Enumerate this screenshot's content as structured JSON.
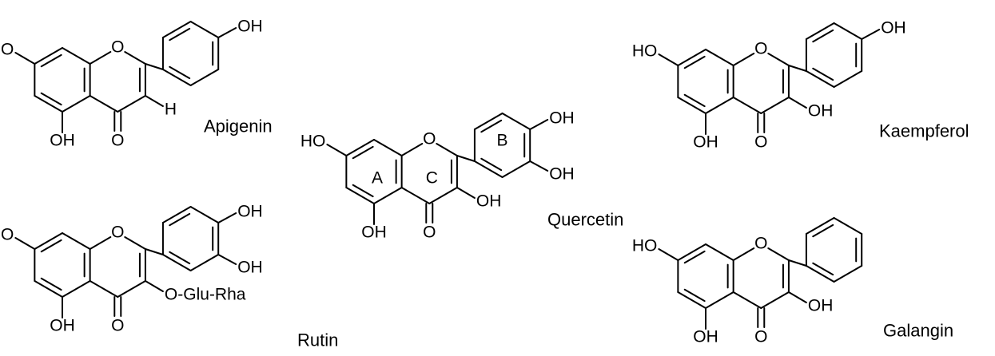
{
  "atoms": {
    "hydroxyl": "OH",
    "hydroxyl_left": "HO",
    "ring_oxygen": "O",
    "carbonyl_oxygen": "O",
    "hydrogen": "H",
    "glycoside": "O-Glu-Rha"
  },
  "ring_labels": {
    "a": "A",
    "b": "B",
    "c": "C"
  },
  "compounds": {
    "apigenin": "Apigenin",
    "quercetin": "Quercetin",
    "kaempferol": "Kaempferol",
    "rutin": "Rutin",
    "galangin": "Galangin"
  }
}
